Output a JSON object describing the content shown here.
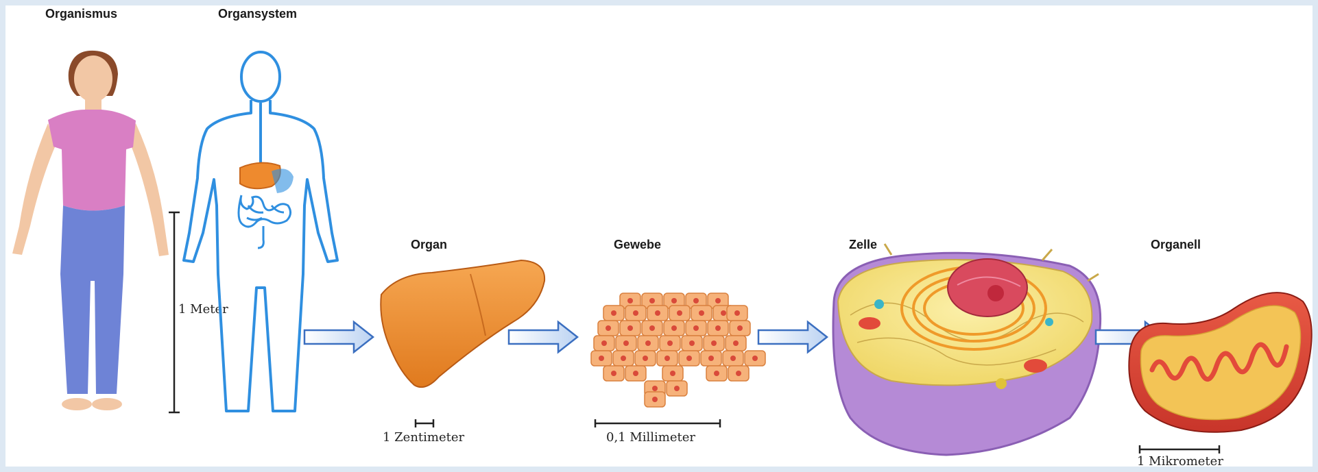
{
  "stages": [
    {
      "label": "Organismus"
    },
    {
      "label": "Organsystem"
    },
    {
      "label": "Organ"
    },
    {
      "label": "Gewebe"
    },
    {
      "label": "Zelle"
    },
    {
      "label": "Organell"
    }
  ],
  "scales": {
    "organismus": "1 Meter",
    "organ": "1 Zentimeter",
    "gewebe": "0,1 Millimeter",
    "organell": "1 Mikrometer"
  },
  "colors": {
    "arrow": "#3b6fc0",
    "skin": "#f2c7a5",
    "shirt": "#d97fc4",
    "pants": "#6e83d6",
    "organ_system_outline": "#2f8fe0",
    "liver": "#ee8a2e",
    "tissue": "#f6b27a",
    "cell_membrane": "#b58ad6",
    "cytoplasm": "#f5e27e",
    "nucleus": "#d94a5e",
    "mitochondrion": "#e24a3a"
  }
}
